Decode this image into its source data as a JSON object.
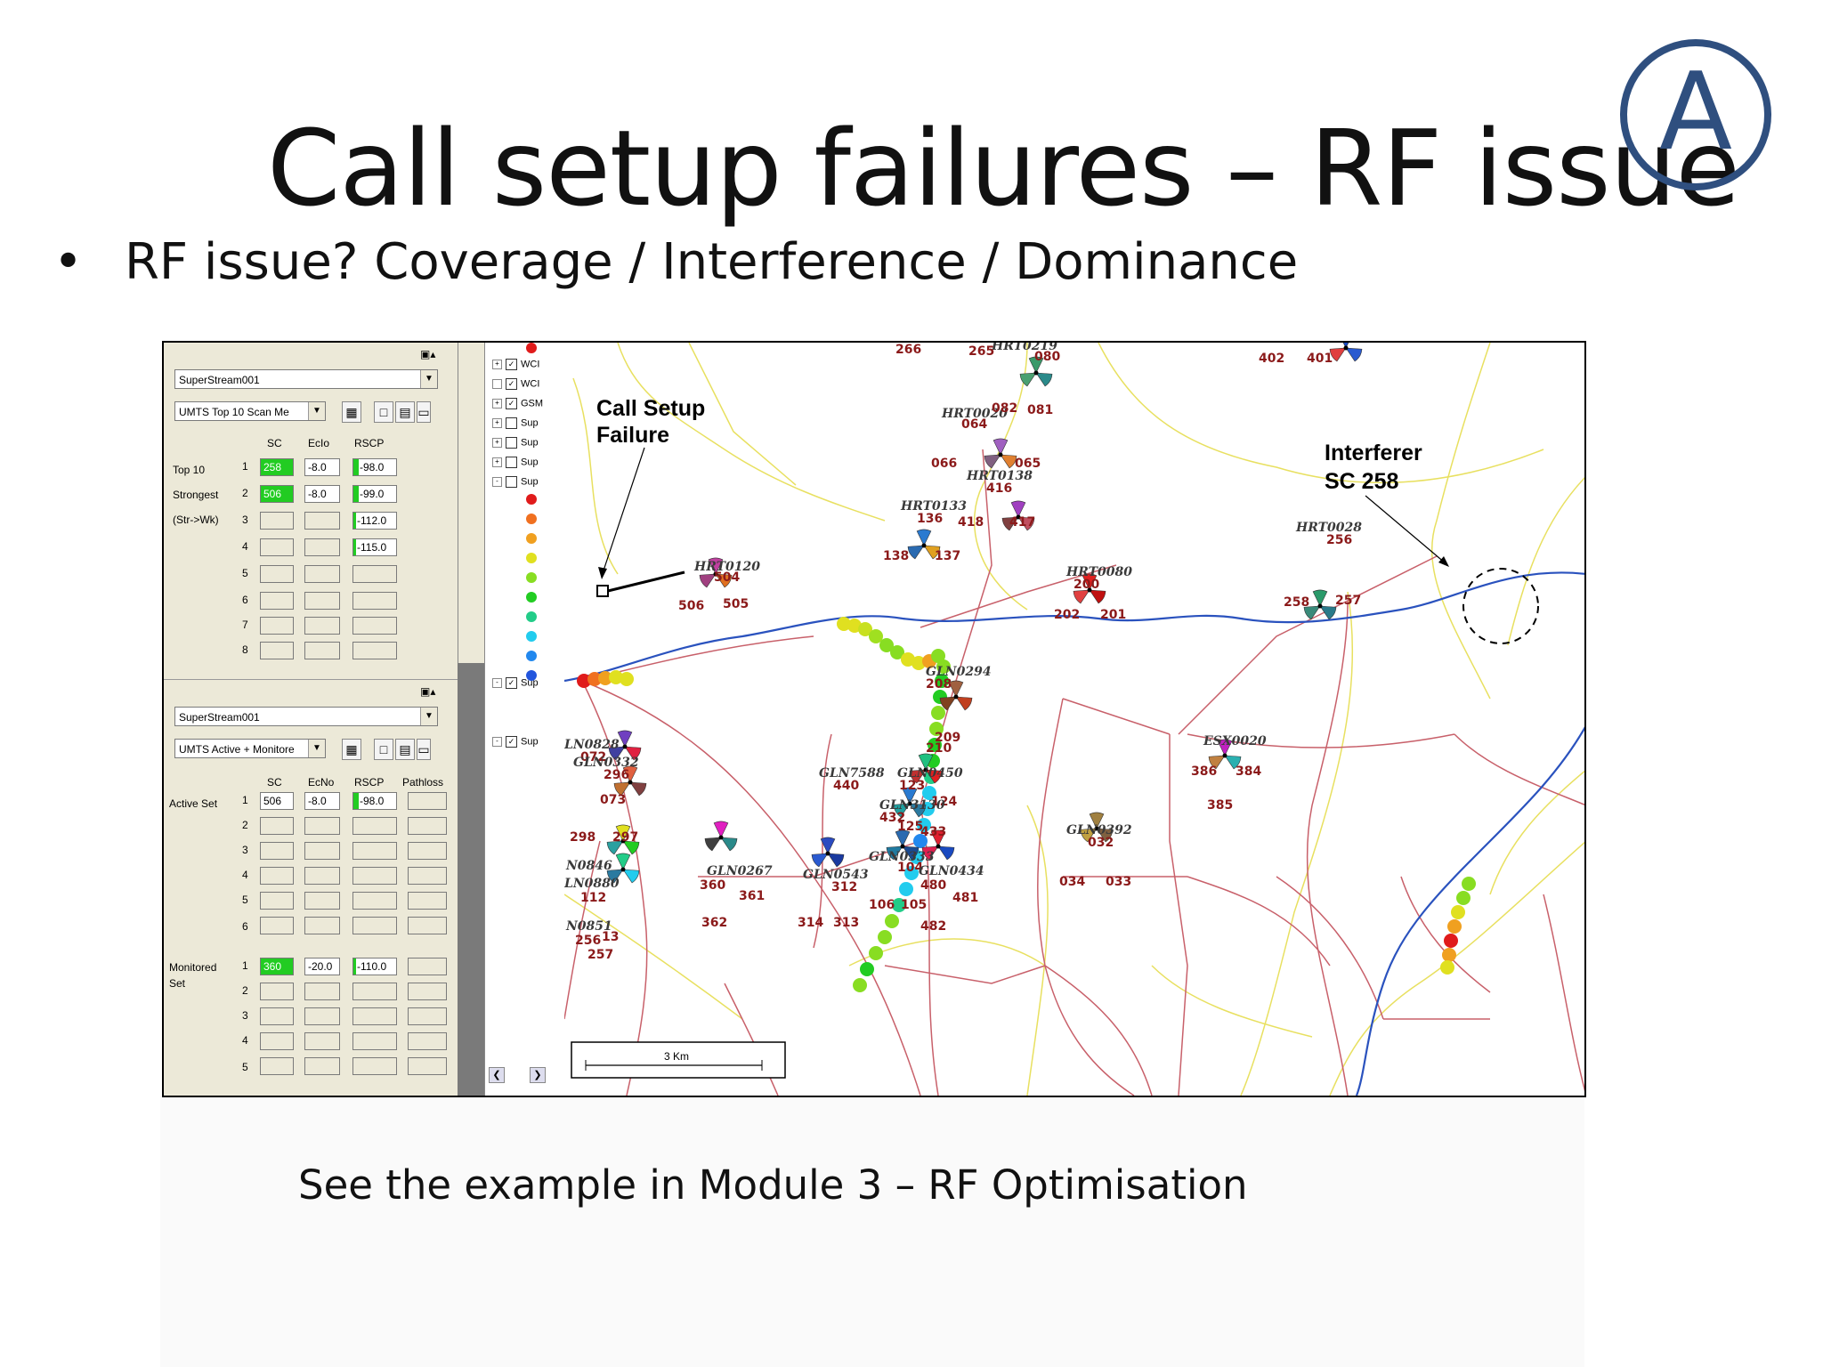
{
  "slide": {
    "title": "Call setup failures – RF issue",
    "badge": "A",
    "bullet_mark": "•",
    "bullet": "RF issue?  Coverage / Interference / Dominance",
    "footer": "See the example in Module 3 – RF Optimisation"
  },
  "scan_panel": {
    "stream": "SuperStream001",
    "mode": "UMTS Top 10 Scan Me",
    "columns": [
      "SC",
      "EcIo",
      "RSCP"
    ],
    "row_label_lines": [
      "Top 10",
      "Strongest",
      "(Str->Wk)"
    ],
    "row_numbers": [
      "1",
      "2",
      "3",
      "4",
      "5",
      "6",
      "7",
      "8"
    ],
    "rows": [
      {
        "sc": "258",
        "ecio": "-8.0",
        "rscp": "-98.0"
      },
      {
        "sc": "506",
        "ecio": "-8.0",
        "rscp": "-99.0"
      },
      {
        "sc": "",
        "ecio": "",
        "rscp": "-112.0"
      },
      {
        "sc": "",
        "ecio": "",
        "rscp": "-115.0"
      }
    ]
  },
  "active_panel": {
    "stream": "SuperStream001",
    "mode": "UMTS Active + Monitore",
    "columns": [
      "SC",
      "EcNo",
      "RSCP",
      "Pathloss"
    ],
    "active_label": "Active Set",
    "active_numbers": [
      "1",
      "2",
      "3",
      "4",
      "5",
      "6"
    ],
    "active_row": {
      "sc": "506",
      "ecno": "-8.0",
      "rscp": "-98.0"
    },
    "monitored_label_lines": [
      "Monitored",
      "Set"
    ],
    "monitored_numbers": [
      "1",
      "2",
      "3",
      "4",
      "5"
    ],
    "monitored_row": {
      "sc": "360",
      "ecno": "-20.0",
      "rscp": "-110.0"
    }
  },
  "tree": {
    "items": [
      "WCI",
      "WCI",
      "GSM",
      "Sup",
      "Sup",
      "Sup",
      "Sup"
    ],
    "bottom_items": [
      "Sup",
      "Sup"
    ],
    "legend_colors": [
      "#e01b1b",
      "#e01b1b",
      "#f07020",
      "#f0a020",
      "#e0e020",
      "#88dd22",
      "#22cc22",
      "#22cc88",
      "#22ccee",
      "#2288ee",
      "#2255dd"
    ]
  },
  "map": {
    "annotations": {
      "csf_line1": "Call Setup",
      "csf_line2": "Failure",
      "intf_line1": "Interferer",
      "intf_line2": "SC 258"
    },
    "scale": "3 Km",
    "sites": [
      {
        "name": "HRT0219",
        "codes": [
          "266",
          "265",
          "080"
        ]
      },
      {
        "name": "HRT0020",
        "codes": [
          "082",
          "081",
          "064",
          "065",
          "066"
        ]
      },
      {
        "name": "HRT0138",
        "codes": [
          "416",
          "418",
          "417"
        ]
      },
      {
        "name": "HRT0133",
        "codes": [
          "136",
          "138",
          "137"
        ]
      },
      {
        "name": "HRT0120",
        "codes": [
          "504",
          "506",
          "505"
        ]
      },
      {
        "name": "HRT0080",
        "codes": [
          "200",
          "202",
          "201"
        ]
      },
      {
        "name": "HRT0028",
        "codes": [
          "256",
          "258",
          "257"
        ]
      },
      {
        "name": "GLN0294",
        "codes": [
          "208",
          "209",
          "210"
        ]
      },
      {
        "name": "GLN7588",
        "codes": [
          "440"
        ]
      },
      {
        "name": "GLN0450",
        "codes": [
          "123",
          "124"
        ]
      },
      {
        "name": "GLN3130",
        "codes": [
          "432",
          "125",
          "433"
        ]
      },
      {
        "name": "GLN0333",
        "codes": [
          "104",
          "106",
          "105"
        ]
      },
      {
        "name": "GLN0434",
        "codes": [
          "480",
          "481",
          "482"
        ]
      },
      {
        "name": "GLN0543",
        "codes": [
          "312",
          "314",
          "313"
        ]
      },
      {
        "name": "GLN0267",
        "codes": [
          "360",
          "361",
          "362"
        ]
      },
      {
        "name": "LN0828",
        "codes": [
          "072"
        ]
      },
      {
        "name": "GLN0332",
        "codes": [
          "296",
          "073",
          "298",
          "297"
        ]
      },
      {
        "name": "N0846",
        "codes": []
      },
      {
        "name": "LN0880",
        "codes": [
          "112"
        ]
      },
      {
        "name": "N0851",
        "codes": [
          "256",
          "13",
          "257"
        ]
      },
      {
        "name": "GLN0392",
        "codes": [
          "032",
          "034",
          "033"
        ]
      },
      {
        "name": "ESX0020",
        "codes": [
          "386",
          "384",
          "385"
        ]
      },
      {
        "name": "",
        "codes": [
          "402",
          "401"
        ]
      }
    ]
  }
}
